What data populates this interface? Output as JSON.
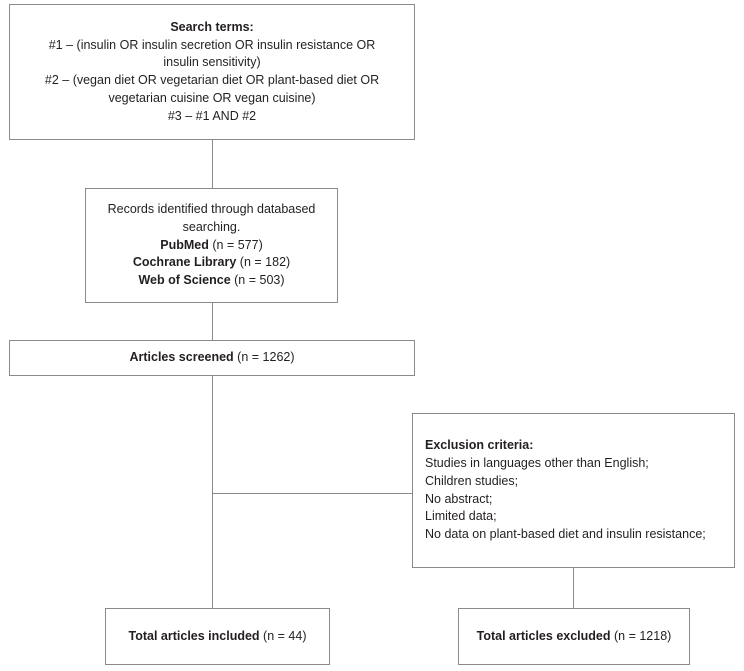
{
  "diagram": {
    "title": "PRISMA-style literature search flow chart",
    "type": "flowchart",
    "accent_color": "#8a8a8a",
    "text_color": "#231f20",
    "background": "#ffffff"
  },
  "nodes": {
    "search_terms": {
      "heading": "Search terms:",
      "line1": "#1 – (insulin OR insulin secretion OR insulin resistance OR",
      "line2": "insulin sensitivity)",
      "line3": "#2 – (vegan diet OR vegetarian diet OR plant-based diet OR",
      "line4": "vegetarian cuisine OR vegan cuisine)",
      "line5": "#3 – #1 AND #2"
    },
    "records_identified": {
      "line1": "Records identified through databased",
      "line2": "searching.",
      "source1_name": "PubMed",
      "source1_count": " (n = 577)",
      "source2_name": "Cochrane Library",
      "source2_count": " (n = 182)",
      "source3_name": "Web of Science",
      "source3_count": " (n = 503)"
    },
    "articles_screened": {
      "label": "Articles screened",
      "count": " (n = 1262)"
    },
    "exclusion_criteria": {
      "heading": "Exclusion criteria:",
      "item1": "Studies in languages other than English;",
      "item2": "Children studies;",
      "item3": "No abstract;",
      "item4": "Limited data;",
      "item5": "No data on plant-based diet and insulin resistance;"
    },
    "total_included": {
      "label": "Total articles included",
      "count": " (n = 44)"
    },
    "total_excluded": {
      "label": "Total articles excluded",
      "count": " (n = 1218)"
    }
  }
}
